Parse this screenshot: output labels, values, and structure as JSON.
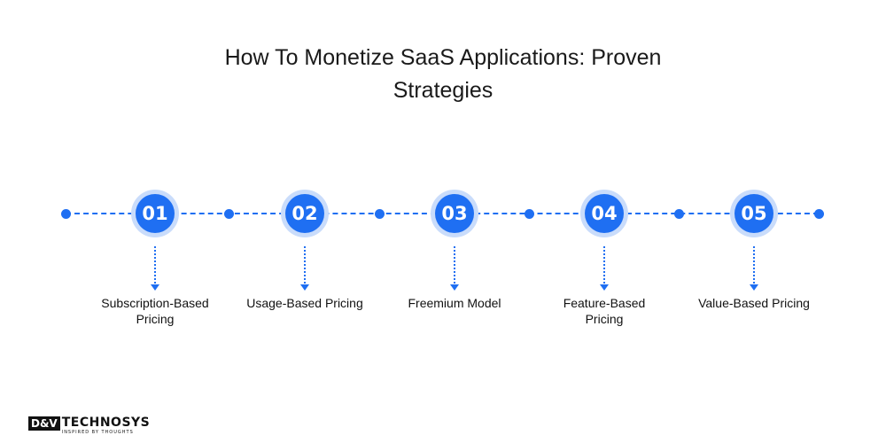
{
  "title": {
    "line1": "How To Monetize SaaS Applications: Proven",
    "line2": "Strategies"
  },
  "colors": {
    "accent": "#1f6ff2",
    "ring": "#c9dcfb"
  },
  "steps": [
    {
      "number": "01",
      "label_line1": "Subscription-Based",
      "label_line2": "Pricing"
    },
    {
      "number": "02",
      "label_line1": "Usage-Based Pricing",
      "label_line2": ""
    },
    {
      "number": "03",
      "label_line1": "Freemium Model",
      "label_line2": ""
    },
    {
      "number": "04",
      "label_line1": "Feature-Based",
      "label_line2": "Pricing"
    },
    {
      "number": "05",
      "label_line1": "Value-Based Pricing",
      "label_line2": ""
    }
  ],
  "logo": {
    "box_text": "D&V",
    "name": "TECHNOSYS",
    "tagline": "INSPIRED BY THOUGHTS"
  }
}
